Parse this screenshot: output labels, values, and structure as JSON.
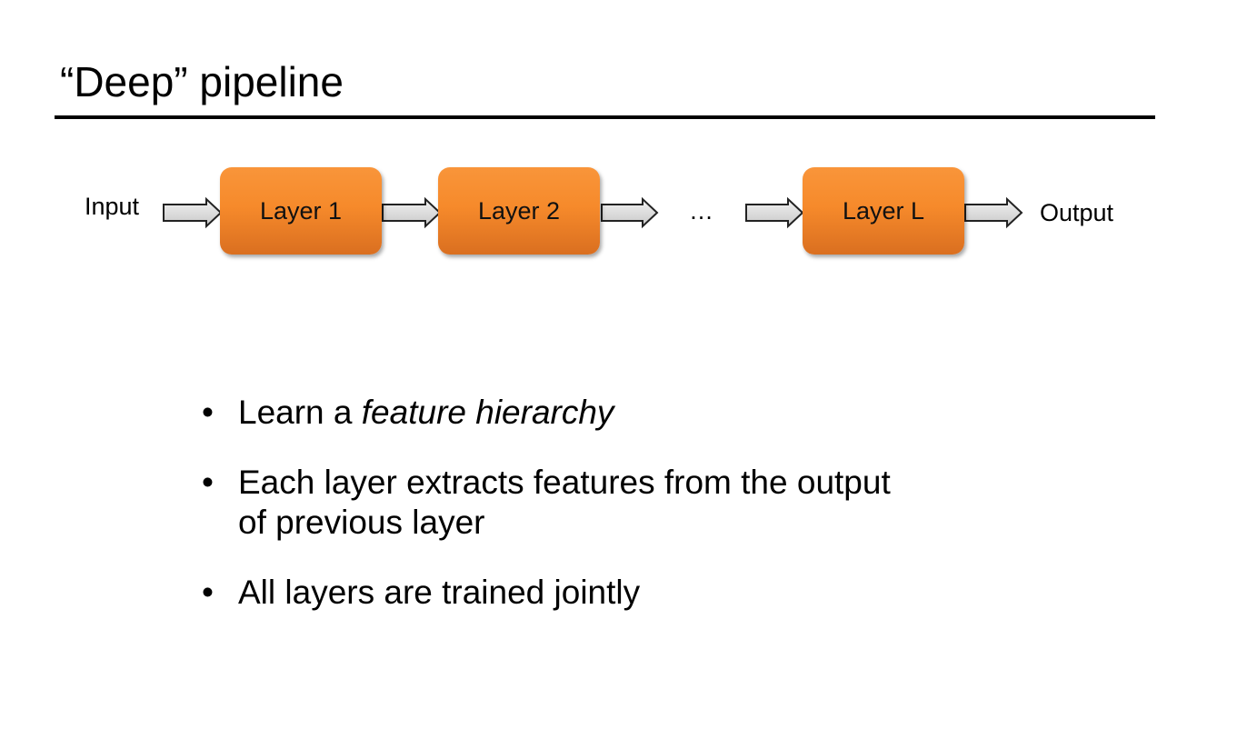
{
  "slide": {
    "title": "“Deep” pipeline"
  },
  "pipeline": {
    "input_label": "Input",
    "layers": [
      "Layer 1",
      "Layer 2",
      "Layer L"
    ],
    "ellipsis": "…",
    "output_label": "Output",
    "colors": {
      "box_top": "#f9953a",
      "box_bottom": "#da6f20",
      "arrow_fill": "#dedede",
      "arrow_stroke": "#222222"
    }
  },
  "bullets": [
    {
      "prefix": "Learn a ",
      "emphasis": "feature hierarchy",
      "suffix": ""
    },
    {
      "line1": "Each layer extracts features from the output",
      "line2": "of previous layer"
    },
    {
      "text": "All layers are trained jointly"
    }
  ],
  "bullet_symbol": "•"
}
